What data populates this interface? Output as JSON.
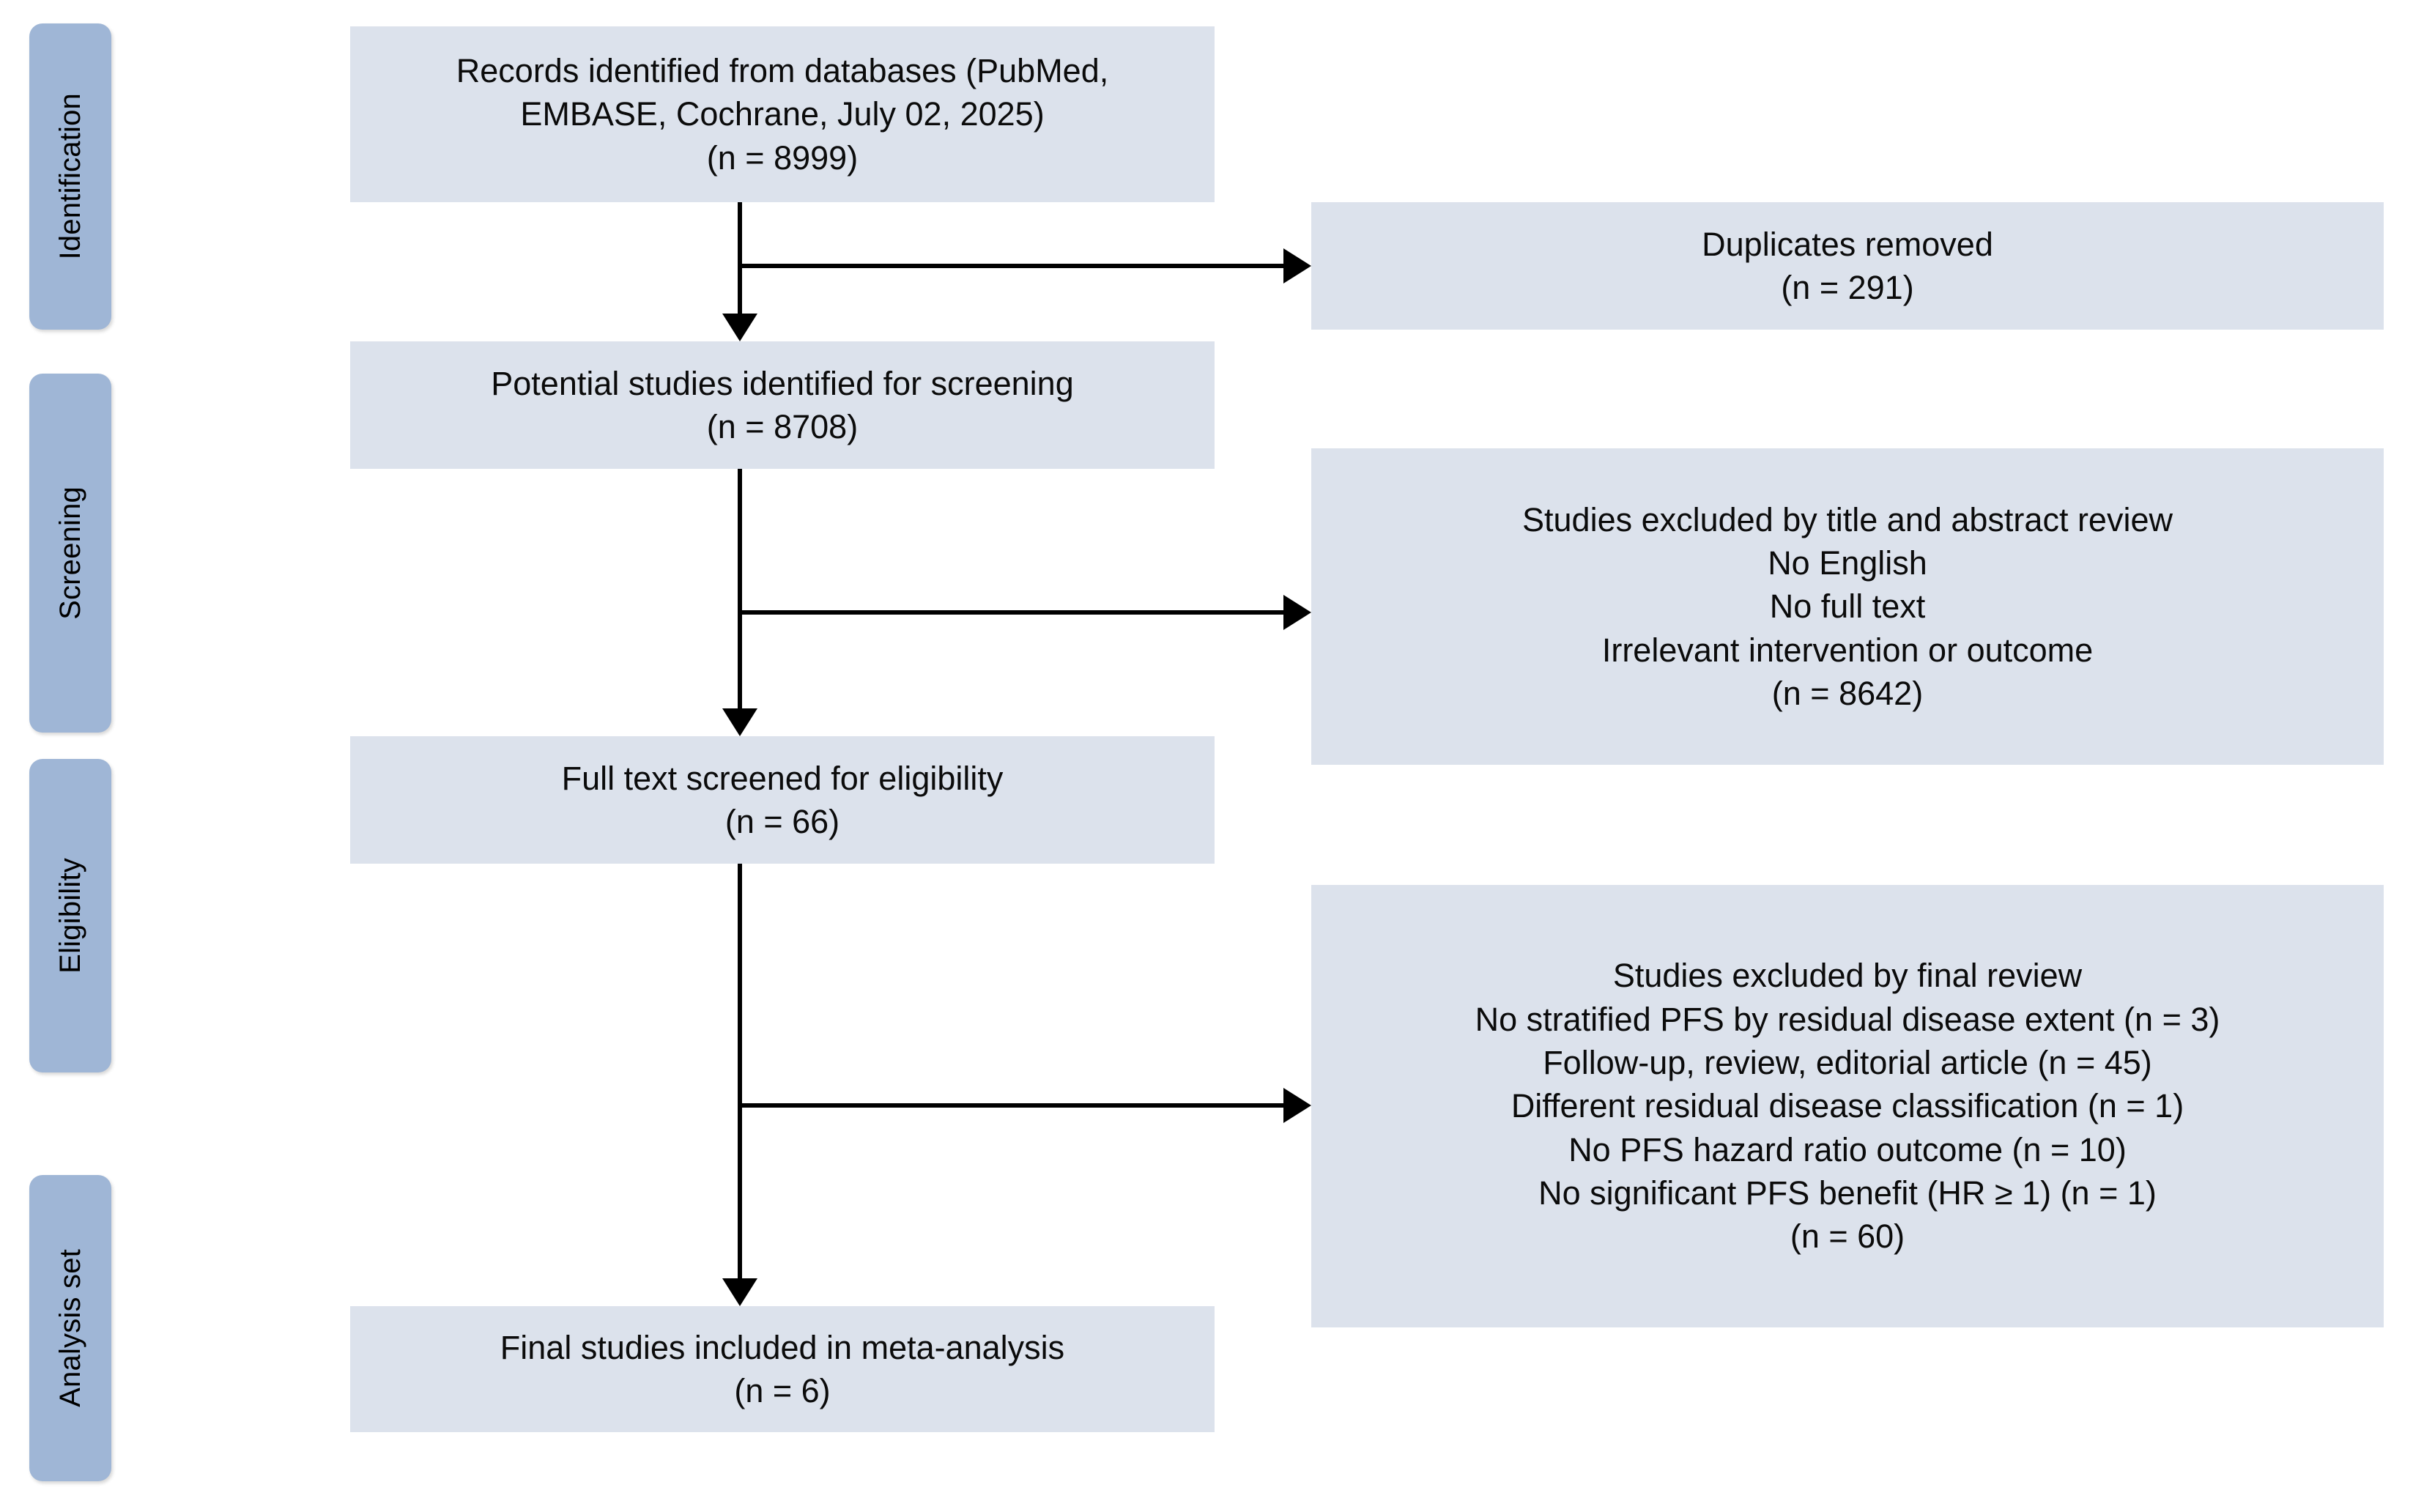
{
  "diagram": {
    "type": "prisma-flow-diagram",
    "colors": {
      "stage_tab_fill": "#9fb6d6",
      "box_fill": "#dce2ec",
      "connector": "#000000",
      "text": "#0b0b0b",
      "background": "#ffffff"
    },
    "stages": [
      {
        "label": "Identification"
      },
      {
        "label": "Screening"
      },
      {
        "label": "Eligibility"
      },
      {
        "label": "Analysis set"
      }
    ],
    "main_boxes": [
      {
        "id": "records-identified",
        "lines": [
          "Records identified from databases (PubMed,",
          "EMBASE, Cochrane, July 02, 2025)",
          "(n = 8999)"
        ],
        "n": 8999
      },
      {
        "id": "potential-studies",
        "lines": [
          "Potential studies identified for screening",
          "(n = 8708)"
        ],
        "n": 8708
      },
      {
        "id": "full-text-screened",
        "lines": [
          "Full text screened for eligibility",
          "(n = 66)"
        ],
        "n": 66
      },
      {
        "id": "final-studies",
        "lines": [
          "Final studies included in meta-analysis",
          "(n = 6)"
        ],
        "n": 6
      }
    ],
    "exclusion_boxes": [
      {
        "id": "duplicates-removed",
        "lines": [
          "Duplicates removed",
          "(n = 291)"
        ],
        "n": 291
      },
      {
        "id": "excluded-title-abstract",
        "lines": [
          "Studies excluded by title and abstract review",
          "No English",
          "No full text",
          "Irrelevant intervention or outcome",
          "(n = 8642)"
        ],
        "n": 8642
      },
      {
        "id": "excluded-final-review",
        "lines": [
          "Studies excluded by final review",
          "No stratified PFS by residual disease extent (n = 3)",
          "Follow-up, review, editorial article (n = 45)",
          "Different residual disease classification (n = 1)",
          "No PFS hazard ratio outcome (n = 10)",
          "No significant PFS benefit (HR ≥ 1) (n = 1)",
          "(n = 60)"
        ],
        "n": 60,
        "reason_counts": [
          {
            "reason": "No stratified PFS by residual disease extent",
            "n": 3
          },
          {
            "reason": "Follow-up, review, editorial article",
            "n": 45
          },
          {
            "reason": "Different residual disease classification",
            "n": 1
          },
          {
            "reason": "No PFS hazard ratio outcome",
            "n": 10
          },
          {
            "reason": "No significant PFS benefit (HR ≥ 1)",
            "n": 1
          }
        ]
      }
    ]
  }
}
